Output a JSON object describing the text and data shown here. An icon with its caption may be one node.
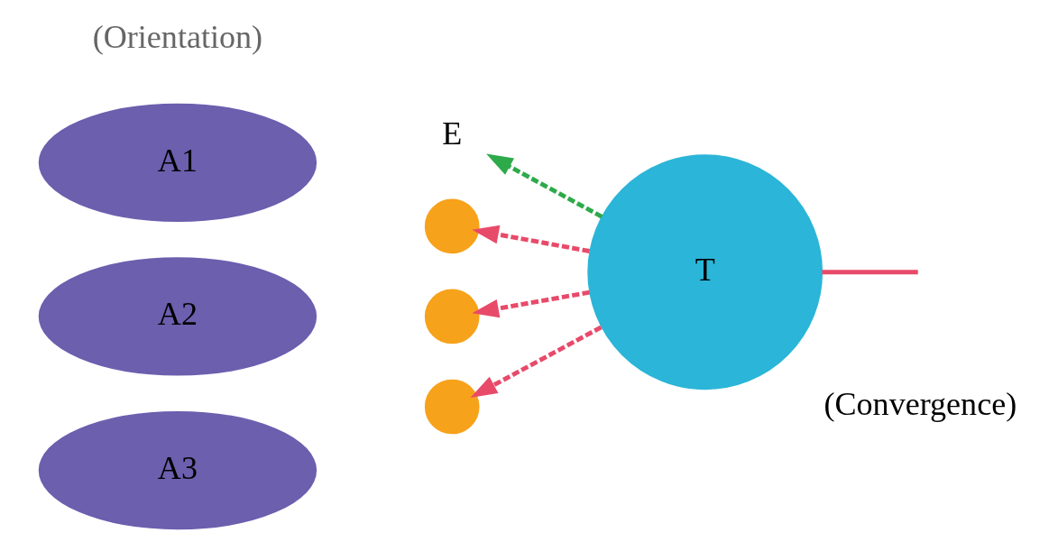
{
  "diagram": {
    "nodes": [
      {
        "text": [
          "A1"
        ]
      },
      {
        "text": [],
        "shape": "circle"
      },
      {
        "text": [
          "A2"
        ]
      },
      {
        "text": [],
        "shape": "circle"
      },
      {
        "text": [
          "A3"
        ]
      },
      {
        "text": [],
        "shape": "circle"
      },
      {
        "text": [
          "T"
        ],
        "beside": [
          "(Convergence)"
        ]
      },
      {
        "text": [
          "E"
        ]
      }
    ],
    "edges": [
      {
        "from": 6,
        "to": 1,
        "arrow": "to",
        "style": "dashed"
      },
      {
        "from": 6,
        "to": 3,
        "arrow": "to",
        "style": "dashed"
      },
      {
        "from": 6,
        "to": 5,
        "arrow": "to",
        "style": "dashed"
      },
      {
        "from": 6,
        "to": 7,
        "arrow": "to",
        "style": "dashed",
        "color": "#2eaa4a"
      },
      {
        "from": 6,
        "to": null,
        "arrow": "none"
      }
    ],
    "labels": [
      "(Orientation)"
    ]
  }
}
